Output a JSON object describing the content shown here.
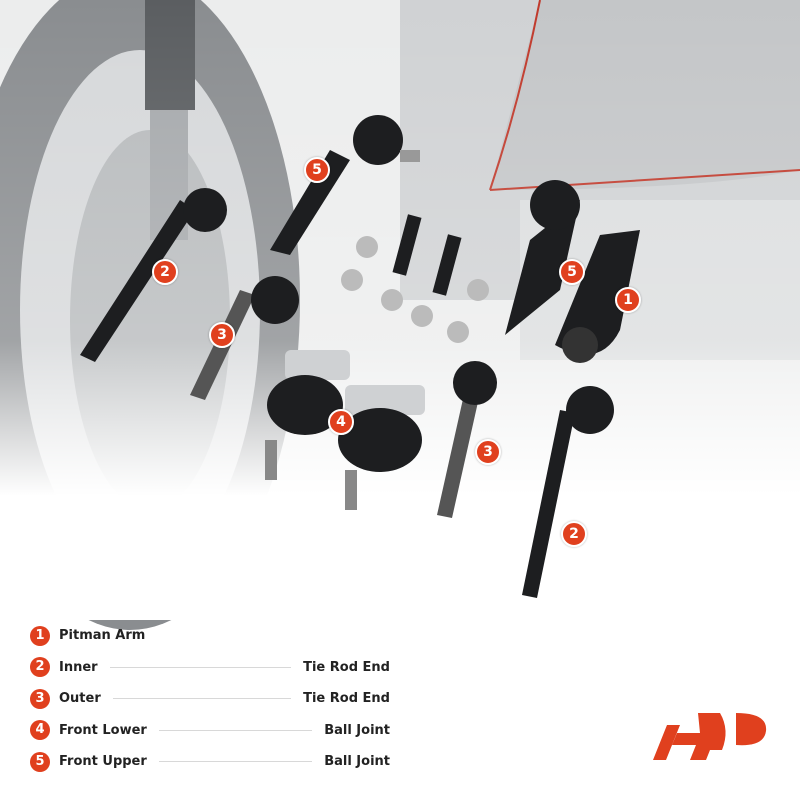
{
  "colors": {
    "accent": "#e0401e",
    "text": "#222222"
  },
  "callouts": [
    "5",
    "2",
    "3",
    "4",
    "5",
    "1",
    "3",
    "2"
  ],
  "legend": [
    {
      "num": "1",
      "label": "Pitman Arm",
      "type": ""
    },
    {
      "num": "2",
      "label": "Inner",
      "type": "Tie Rod End"
    },
    {
      "num": "3",
      "label": "Outer",
      "type": "Tie Rod End"
    },
    {
      "num": "4",
      "label": "Front Lower",
      "type": "Ball Joint"
    },
    {
      "num": "5",
      "label": "Front Upper",
      "type": "Ball Joint"
    }
  ],
  "logo": {
    "text": "AP"
  }
}
